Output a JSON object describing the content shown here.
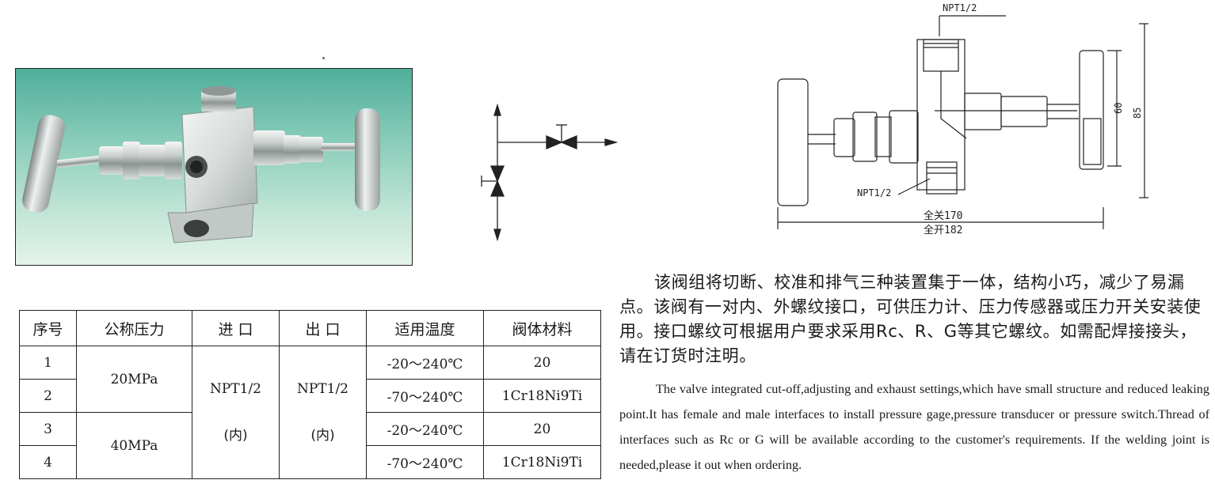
{
  "drawing": {
    "top_port_label": "NPT1/2",
    "bottom_port_label": "NPT1/2",
    "dim_height_inner": "60",
    "dim_height_outer": "85",
    "dim_closed": "全关170",
    "dim_open": "全开182"
  },
  "table": {
    "headers": [
      "序号",
      "公称压力",
      "进 口",
      "出 口",
      "适用温度",
      "阀体材料"
    ],
    "rows": [
      {
        "no": "1",
        "temp": "-20～240℃",
        "material": "20"
      },
      {
        "no": "2",
        "temp": "-70～240℃",
        "material": "1Cr18Ni9Ti"
      },
      {
        "no": "3",
        "temp": "-20～240℃",
        "material": "20"
      },
      {
        "no": "4",
        "temp": "-70～240℃",
        "material": "1Cr18Ni9Ti"
      }
    ],
    "pressure_1": "20MPa",
    "pressure_2": "40MPa",
    "inlet_thread": "NPT1/2",
    "inlet_type": "(内)",
    "outlet_thread": "NPT1/2",
    "outlet_type": "(内)"
  },
  "description": {
    "zh": "该阀组将切断、校准和排气三种装置集于一体，结构小巧，减少了易漏点。该阀有一对内、外螺纹接口，可供压力计、压力传感器或压力开关安装使用。接口螺纹可根据用户要求采用Rc、R、G等其它螺纹。如需配焊接接头，请在订货时注明。",
    "en": "The valve integrated cut-off,adjusting and exhaust settings,which have small structure and reduced leaking point.It has female and male interfaces to install pressure gage,pressure transducer or pressure switch.Thread of interfaces such as Rc or G will be available according to the customer's requirements. If the welding joint is needed,please it out when ordering."
  }
}
